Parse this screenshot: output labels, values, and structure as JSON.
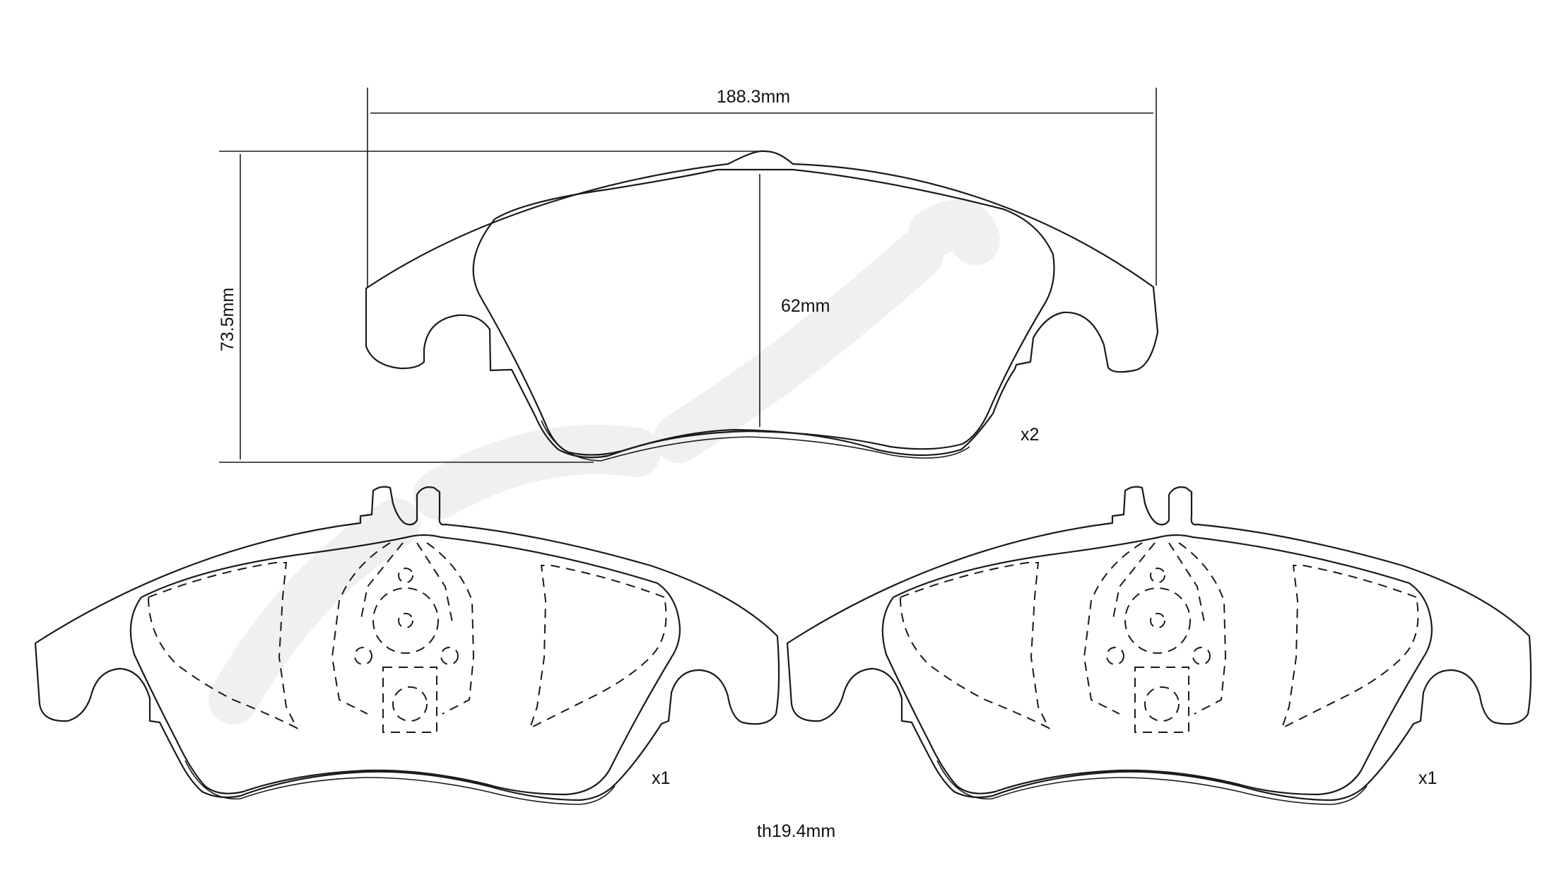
{
  "dimensions": {
    "width_label": "188.3mm",
    "height_label": "73.5mm",
    "pad_depth_label": "62mm",
    "thickness_label": "th19.4mm"
  },
  "quantities": {
    "top_pad": "x2",
    "bottom_left_pad": "x1",
    "bottom_right_pad": "x1"
  },
  "colors": {
    "line": "#1a1a1a",
    "background": "#ffffff",
    "watermark": "#f0f0f0"
  }
}
